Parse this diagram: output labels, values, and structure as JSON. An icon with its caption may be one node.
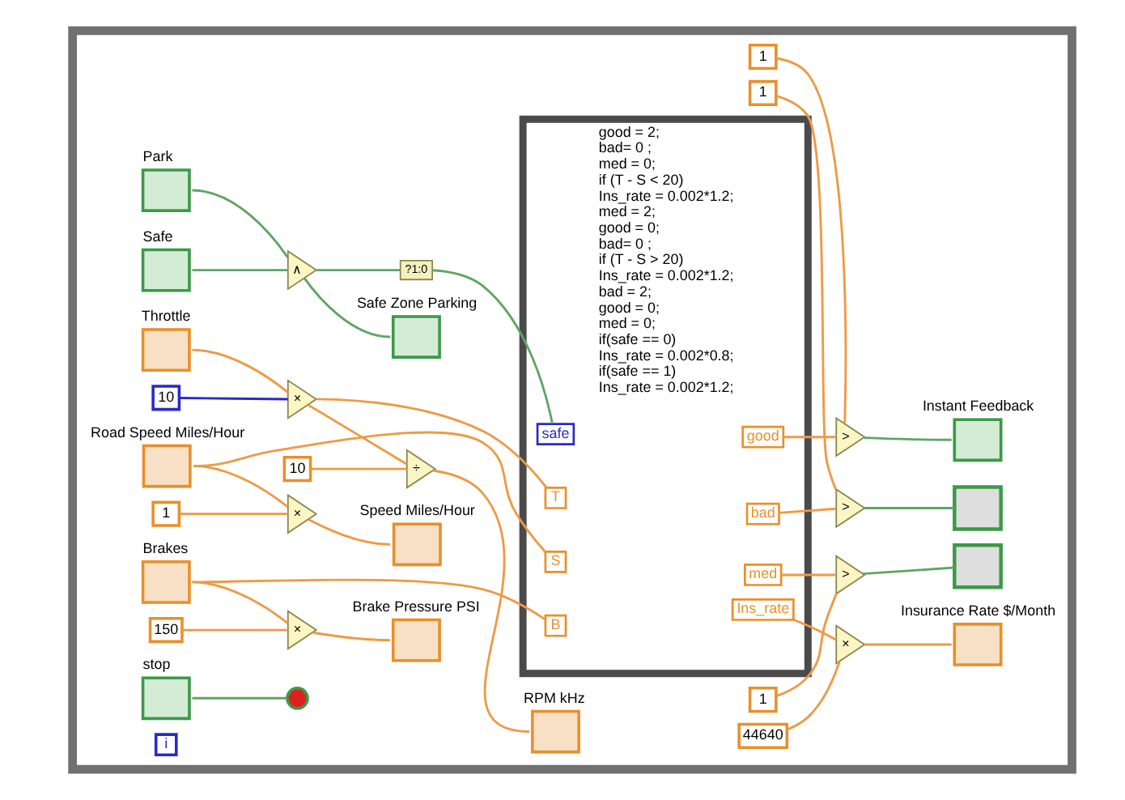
{
  "diagram": {
    "nodes": [
      {
        "text": [],
        "shape": "box"
      },
      {
        "text": [
          "Throttle"
        ],
        "in": 0
      },
      {
        "text": [
          "Brakes"
        ],
        "in": 0
      },
      {
        "text": [
          "Road Speed Miles/Hour"
        ],
        "in": 0
      },
      {
        "text": [
          "Park"
        ],
        "in": 0
      },
      {
        "text": [
          "Safe"
        ],
        "in": 0
      },
      {
        "text": [
          "10"
        ],
        "in": 0
      },
      {
        "text": [
          "×"
        ],
        "in": 0
      },
      {
        "text": [
          "good = 2;",
          "bad= 0 ;",
          "med = 0;",
          "if (T - S < 20)",
          "Ins_rate = 0.002*1.2;",
          "med = 2;",
          "good = 0;",
          "bad= 0 ;",
          "if (T - S > 20)",
          "Ins_rate = 0.002*1.2;",
          "bad = 2;",
          "good = 0;",
          "med = 0;",
          "if(safe == 0)",
          "Ins_rate = 0.002*0.8;",
          "if(safe == 1)",
          "Ins_rate = 0.002*1.2;"
        ],
        "in": 0
      },
      {
        "text": [
          "T"
        ],
        "in": 8
      },
      {
        "text": [
          "B"
        ],
        "in": 8
      },
      {
        "text": [
          "S"
        ],
        "in": 8
      },
      {
        "text": [
          "safe"
        ],
        "in": 8
      },
      {
        "text": [
          "good"
        ],
        "in": 8
      },
      {
        "text": [
          "med"
        ],
        "in": 8
      },
      {
        "text": [
          "bad"
        ],
        "in": 8
      },
      {
        "text": [
          "Ins_rate"
        ],
        "in": 8
      },
      {
        "text": [
          "?1:0"
        ],
        "in": 0
      },
      {
        "text": [
          "∧"
        ],
        "in": 0
      },
      {
        "text": [
          "Safe Zone Parking"
        ],
        "in": 0
      },
      {
        "text": [
          "10"
        ],
        "in": 0
      },
      {
        "text": [
          "÷"
        ],
        "in": 0
      },
      {
        "text": [
          "RPM kHz"
        ],
        "in": 0
      },
      {
        "text": [
          "1"
        ],
        "in": 0
      },
      {
        "text": [
          ">"
        ],
        "in": 0
      },
      {
        "text": [
          "Instant Feedback"
        ],
        "in": 0
      },
      {
        "text": [
          "1"
        ],
        "in": 0
      },
      {
        "text": [
          "×"
        ],
        "in": 0
      },
      {
        "text": [
          "Speed Miles/Hour"
        ],
        "in": 0
      },
      {
        "text": [
          "150"
        ],
        "in": 0
      },
      {
        "text": [
          "×"
        ],
        "in": 0
      },
      {
        "text": [
          "Brake Pressure PSI"
        ],
        "in": 0
      },
      {
        "text": [
          "1"
        ],
        "in": 0
      },
      {
        "text": [
          ">"
        ],
        "in": 0
      },
      {
        "text": [],
        "shape": "box",
        "in": 0
      },
      {
        "text": [
          "1"
        ],
        "in": 0
      },
      {
        "text": [
          ">"
        ],
        "in": 0
      },
      {
        "text": [],
        "shape": "box",
        "in": 0
      },
      {
        "text": [
          "44640"
        ],
        "in": 0
      },
      {
        "text": [
          "×"
        ],
        "in": 0
      },
      {
        "text": [
          "Insurance Rate $/Month"
        ],
        "in": 0
      },
      {
        "text": [
          "stop"
        ],
        "in": 0
      },
      {
        "text": [],
        "shape": "circle",
        "in": 0
      },
      {
        "text": [
          "i"
        ],
        "in": 0
      }
    ],
    "edges": [
      {
        "from": 1,
        "to": 7,
        "arrow": "none"
      },
      {
        "from": 6,
        "to": 7,
        "arrow": "none",
        "color": "#2a2ac8"
      },
      {
        "from": 7,
        "to": 9,
        "arrow": "none"
      },
      {
        "from": 7,
        "to": 21,
        "arrow": "none"
      },
      {
        "from": 20,
        "to": 21,
        "arrow": "none"
      },
      {
        "from": 21,
        "to": 22,
        "arrow": "none"
      },
      {
        "from": 2,
        "to": 10,
        "arrow": "none"
      },
      {
        "from": 2,
        "to": 30,
        "arrow": "none"
      },
      {
        "from": 29,
        "to": 30,
        "arrow": "none"
      },
      {
        "from": 30,
        "to": 31,
        "arrow": "none"
      },
      {
        "from": 3,
        "to": 11,
        "arrow": "none"
      },
      {
        "from": 3,
        "to": 27,
        "arrow": "none"
      },
      {
        "from": 26,
        "to": 27,
        "arrow": "none"
      },
      {
        "from": 27,
        "to": 28,
        "arrow": "none"
      },
      {
        "from": 13,
        "to": 24,
        "arrow": "none"
      },
      {
        "from": 23,
        "to": 24,
        "arrow": "none"
      },
      {
        "from": 24,
        "to": 25,
        "arrow": "none",
        "color": "#5fa565"
      },
      {
        "from": 14,
        "to": 33,
        "arrow": "none"
      },
      {
        "from": 32,
        "to": 33,
        "arrow": "none"
      },
      {
        "from": 33,
        "to": 37,
        "arrow": "none",
        "color": "#5fa565"
      },
      {
        "from": 15,
        "to": 36,
        "arrow": "none"
      },
      {
        "from": 35,
        "to": 36,
        "arrow": "none"
      },
      {
        "from": 36,
        "to": 34,
        "arrow": "none",
        "color": "#5fa565"
      },
      {
        "from": 16,
        "to": 39,
        "arrow": "none"
      },
      {
        "from": 38,
        "to": 39,
        "arrow": "none"
      },
      {
        "from": 39,
        "to": 40,
        "arrow": "none"
      },
      {
        "from": 4,
        "to": 18,
        "arrow": "none",
        "color": "#5fa565"
      },
      {
        "from": 5,
        "to": 18,
        "arrow": "none",
        "color": "#5fa565"
      },
      {
        "from": 18,
        "to": 19,
        "arrow": "none",
        "color": "#5fa565"
      },
      {
        "from": 18,
        "to": 17,
        "arrow": "none",
        "color": "#5fa565"
      },
      {
        "from": 17,
        "to": 12,
        "arrow": "none",
        "color": "#5fa565"
      },
      {
        "from": 41,
        "to": 42,
        "arrow": "none",
        "color": "#5fa565"
      }
    ]
  }
}
